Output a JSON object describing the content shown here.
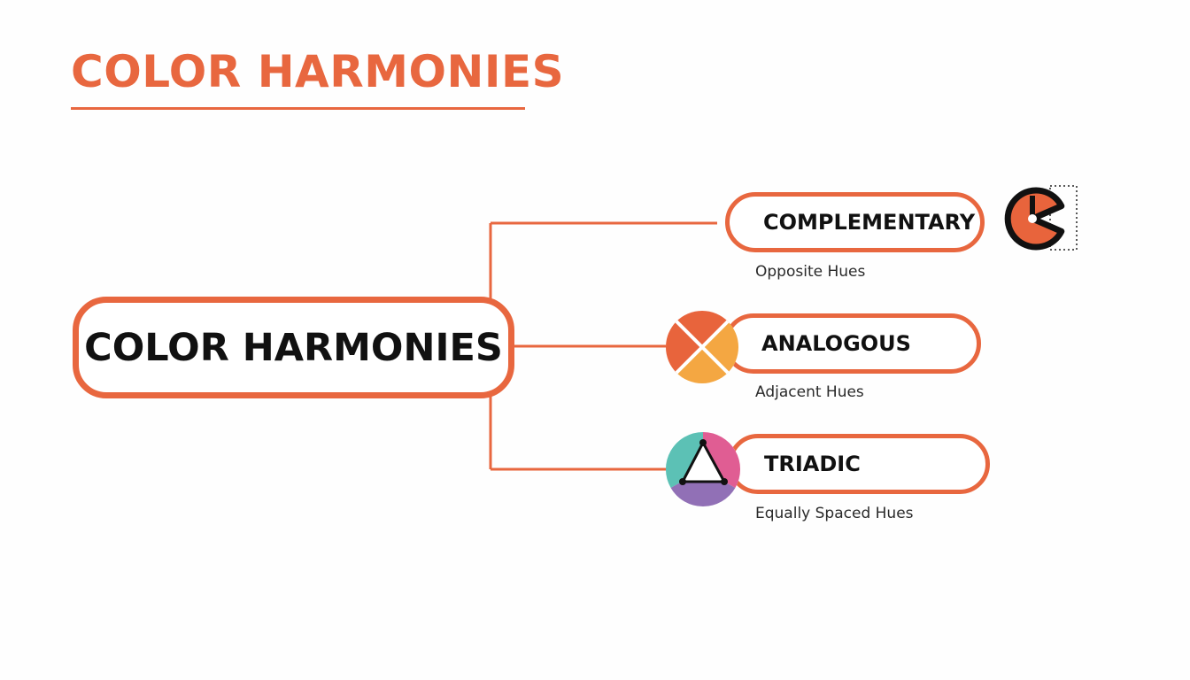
{
  "header": {
    "title": "COLOR HARMONIES"
  },
  "hub": {
    "label": "COLOR HARMONIES"
  },
  "branches": [
    {
      "label": "COMPLEMENTARY",
      "subtitle": "Opposite Hues",
      "icon": "complementary-wheel-icon"
    },
    {
      "label": "ANALOGOUS",
      "subtitle": "Adjacent Hues",
      "icon": "analogous-wheel-icon"
    },
    {
      "label": "TRIADIC",
      "subtitle": "Equally Spaced Hues",
      "icon": "triadic-wheel-icon"
    }
  ],
  "colors": {
    "accent": "#e8673f",
    "analogous": [
      "#e8643c",
      "#f4a742"
    ],
    "triadic": [
      "#5cc1b5",
      "#e05d93",
      "#9170b6"
    ],
    "text": "#111111"
  }
}
